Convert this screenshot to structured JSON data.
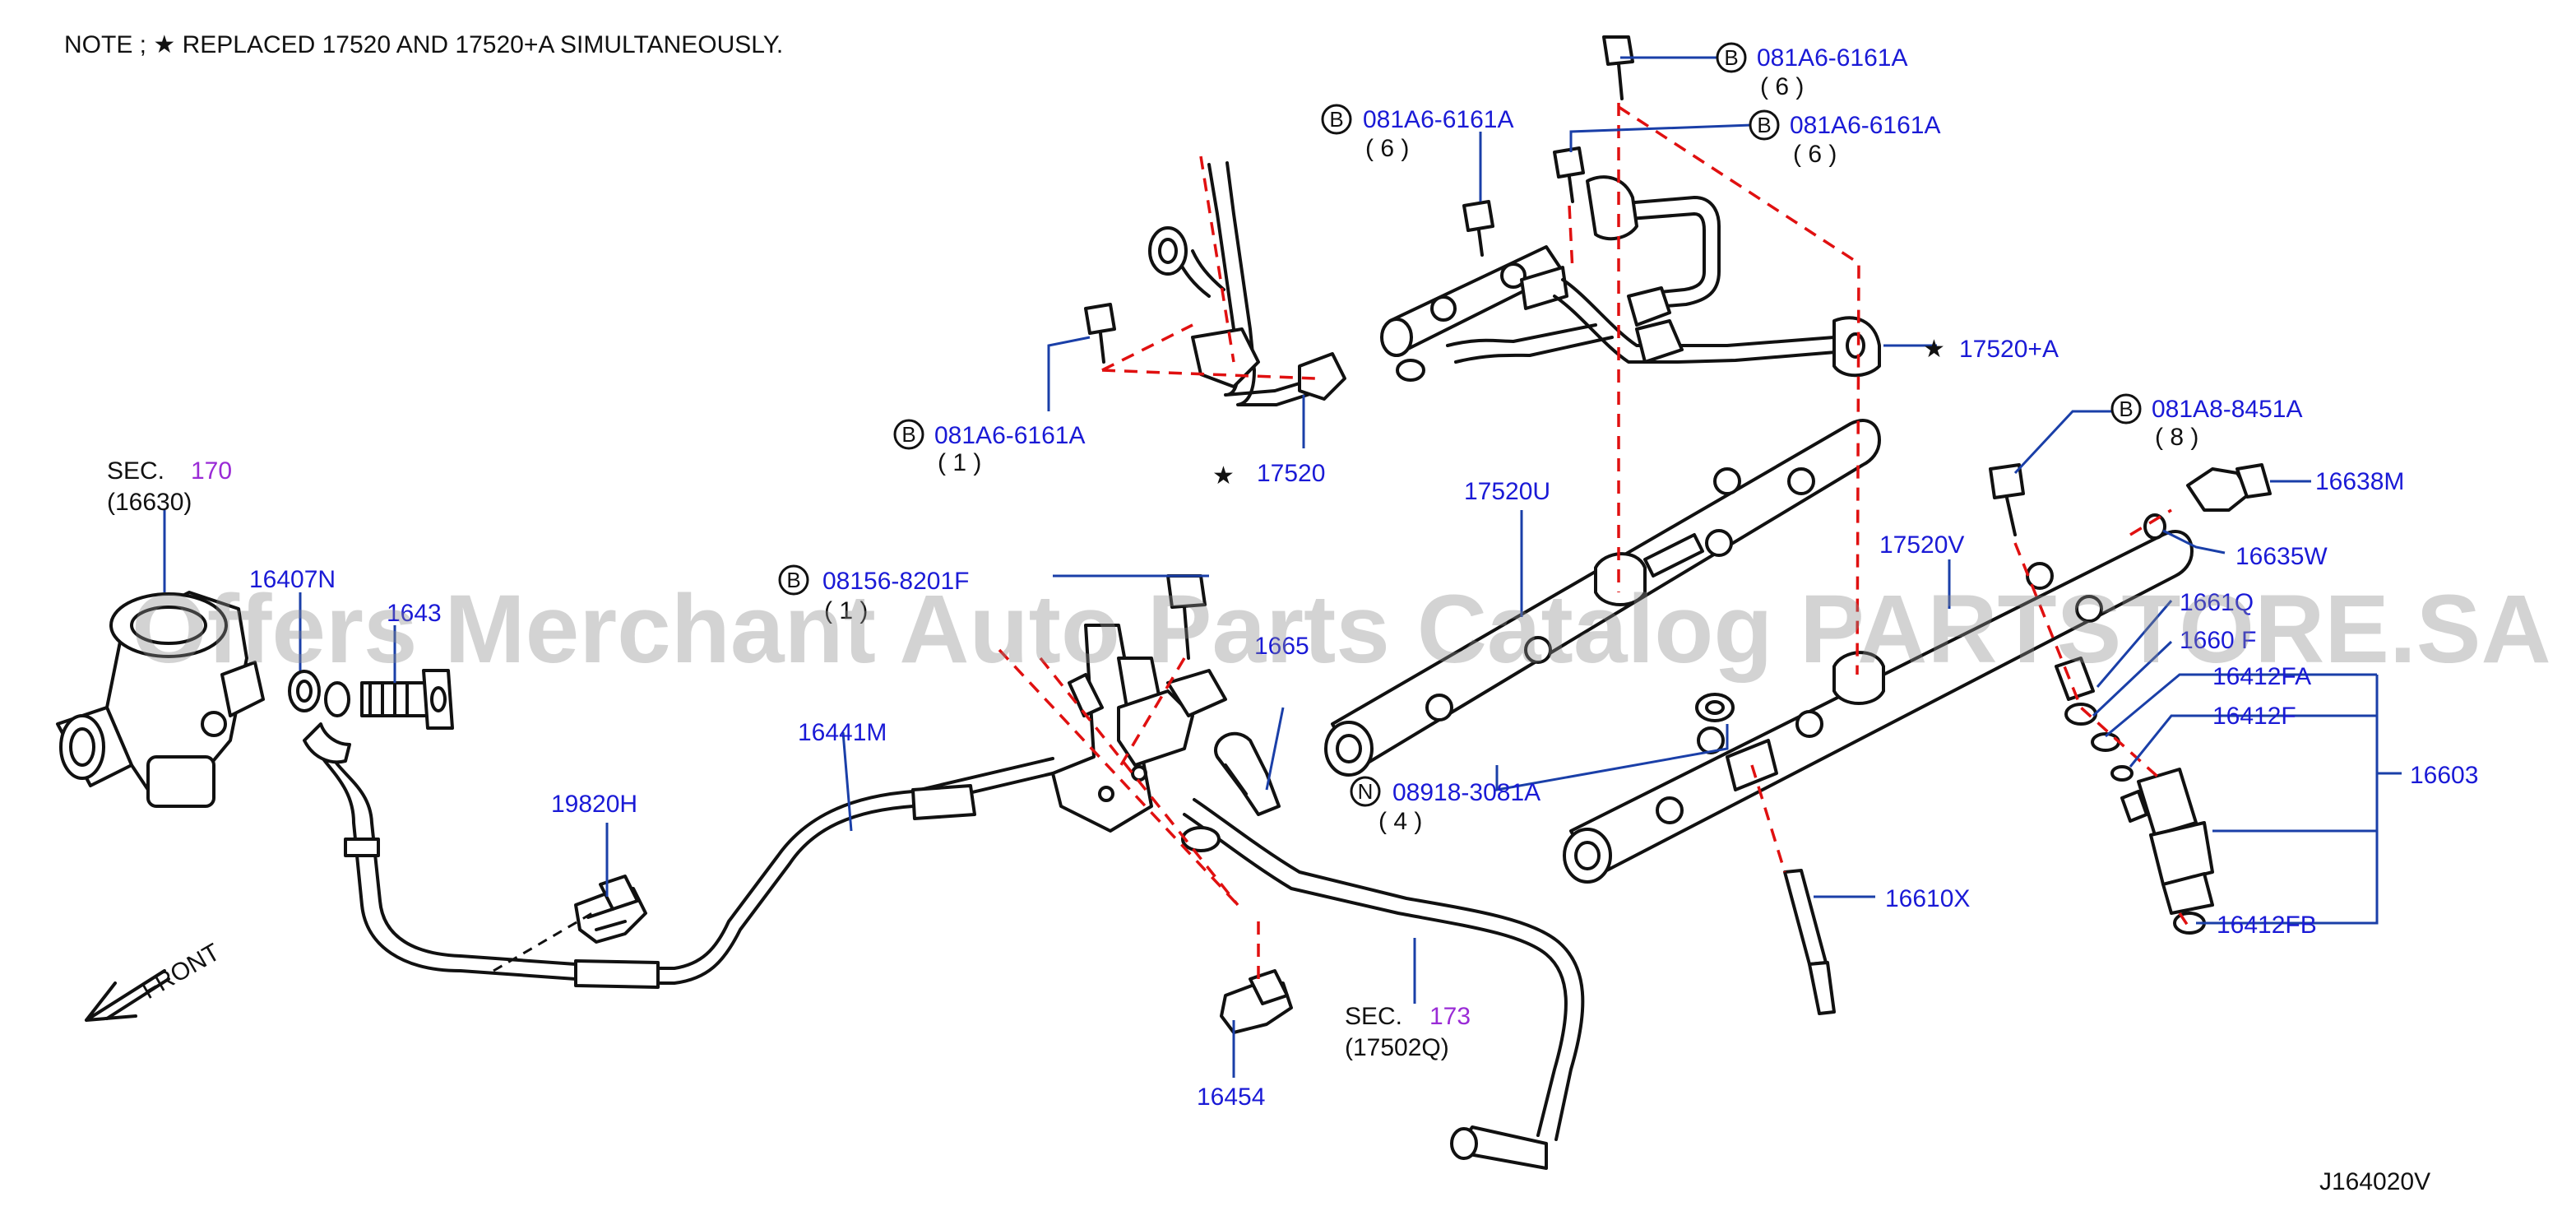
{
  "note": "NOTE ; ★ REPLACED 17520 AND 17520+A SIMULTANEOUSLY.",
  "diagram_code": "J164020V",
  "watermark": "Offers Merchant Auto Parts Catalog PARTSTORE.SA",
  "bolt_callouts": {
    "b1": {
      "prefix": "B",
      "part": "081A6-6161A",
      "qty": "( 6 )"
    },
    "b2": {
      "prefix": "B",
      "part": "081A6-6161A",
      "qty": "( 6 )"
    },
    "b3": {
      "prefix": "B",
      "part": "081A6-6161A",
      "qty": "( 6 )"
    },
    "b4": {
      "prefix": "B",
      "part": "081A6-6161A",
      "qty": "( 1 )"
    },
    "b5": {
      "prefix": "B",
      "part": "08156-8201F",
      "qty": "( 1 )"
    },
    "b6": {
      "prefix": "B",
      "part": "081A8-8451A",
      "qty": "( 8 )"
    },
    "n1": {
      "prefix": "N",
      "part": "08918-3081A",
      "qty": "( 4 )"
    }
  },
  "sections": {
    "sec170": {
      "prefix": "SEC.",
      "num": "170",
      "sub": "(16630)"
    },
    "sec173": {
      "prefix": "SEC.",
      "num": "173",
      "sub": "(17502Q)"
    }
  },
  "labels": {
    "p17520": "17520",
    "p17520a": "17520+A",
    "p17520u": "17520U",
    "p17520v": "17520V",
    "p16407n": "16407N",
    "p1643": "1643",
    "p16441m": "16441M",
    "p19820h": "19820H",
    "p16650": "1665",
    "p16454": "16454",
    "p16638m": "16638M",
    "p16635w": "16635W",
    "p1661q": "1661Q",
    "p1660f": "1660 F",
    "p16412fa": "16412FA",
    "p16412f": "16412F",
    "p16412fb": "16412FB",
    "p16603": "16603",
    "p16610x": "16610X",
    "front": "FRONT"
  },
  "colors": {
    "leader": "#1a3fa8",
    "label": "#1a1ad6",
    "dash": "#e01010",
    "section": "#9a2bd6"
  }
}
